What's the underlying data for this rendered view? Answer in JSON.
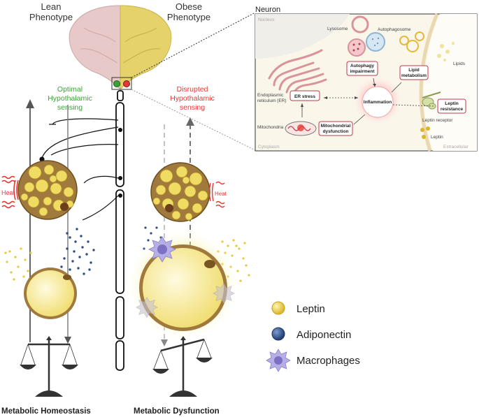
{
  "header": {
    "lean_phenotype": [
      "Lean",
      "Phenotype"
    ],
    "obese_phenotype": [
      "Obese",
      "Phenotype"
    ]
  },
  "left_panel": {
    "sensing": [
      "Optimal",
      "Hypothalamic",
      "sensing"
    ],
    "heat": "Heat",
    "footer": "Metabolic Homeostasis"
  },
  "right_panel": {
    "sensing": [
      "Disrupted",
      "Hypothalamic",
      "sensing"
    ],
    "heat": "Heat",
    "footer": "Metabolic Dysfunction"
  },
  "neuron_inset": {
    "title": "Neuron",
    "nucleus": "Nucleus",
    "cytoplasm": "Cytoplasm",
    "extracellular": "Extracellular",
    "lysosome": "Lysosome",
    "autophagosome": "Autophagosome",
    "lipids": "Lipids",
    "er_label": [
      "Endoplasmic",
      "reticulum (ER)"
    ],
    "mitochondria": "Mitochondria",
    "leptin_receptor": "Leptin receptor",
    "leptin": "Leptin",
    "boxes": {
      "autophagy": [
        "Autophagy",
        "impairment"
      ],
      "lipid": [
        "Lipid",
        "metabolism"
      ],
      "er_stress": "ER stress",
      "inflammation": "Inflammation",
      "mito": [
        "Mitochondrial",
        "dysfunction"
      ],
      "leptin_res": [
        "Leptin",
        "resistance"
      ]
    }
  },
  "legend": {
    "items": [
      {
        "label": "Leptin",
        "color": "#e8c93c"
      },
      {
        "label": "Adiponectin",
        "color": "#2f4f86"
      },
      {
        "label": "Macrophages",
        "color": "#9b8fd6"
      }
    ]
  },
  "colors": {
    "optimal": "#3aa335",
    "disrupted": "#e53935",
    "brain_lean": "#e8c9c9",
    "brain_obese": "#e6d26a",
    "fat_fill": "#f3e79a"
  }
}
